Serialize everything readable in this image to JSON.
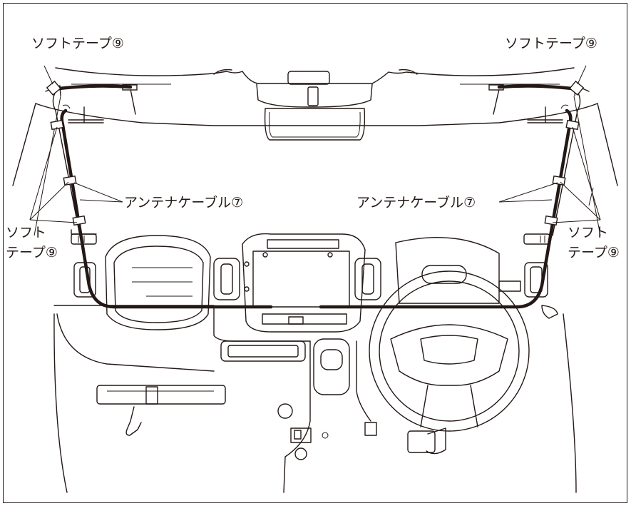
{
  "labels": {
    "soft_tape_top_left": "ソフトテープ⑨",
    "soft_tape_top_right": "ソフトテープ⑨",
    "antenna_cable_left": "アンテナケーブル⑦",
    "antenna_cable_right": "アンテナケーブル⑦",
    "soft_tape_side_left_line1": "ソフト",
    "soft_tape_side_left_line2": "テープ⑨",
    "soft_tape_side_right_line1": "ソフト",
    "soft_tape_side_right_line2": "テープ⑨"
  },
  "colors": {
    "ink": "#231815",
    "background": "#ffffff"
  }
}
